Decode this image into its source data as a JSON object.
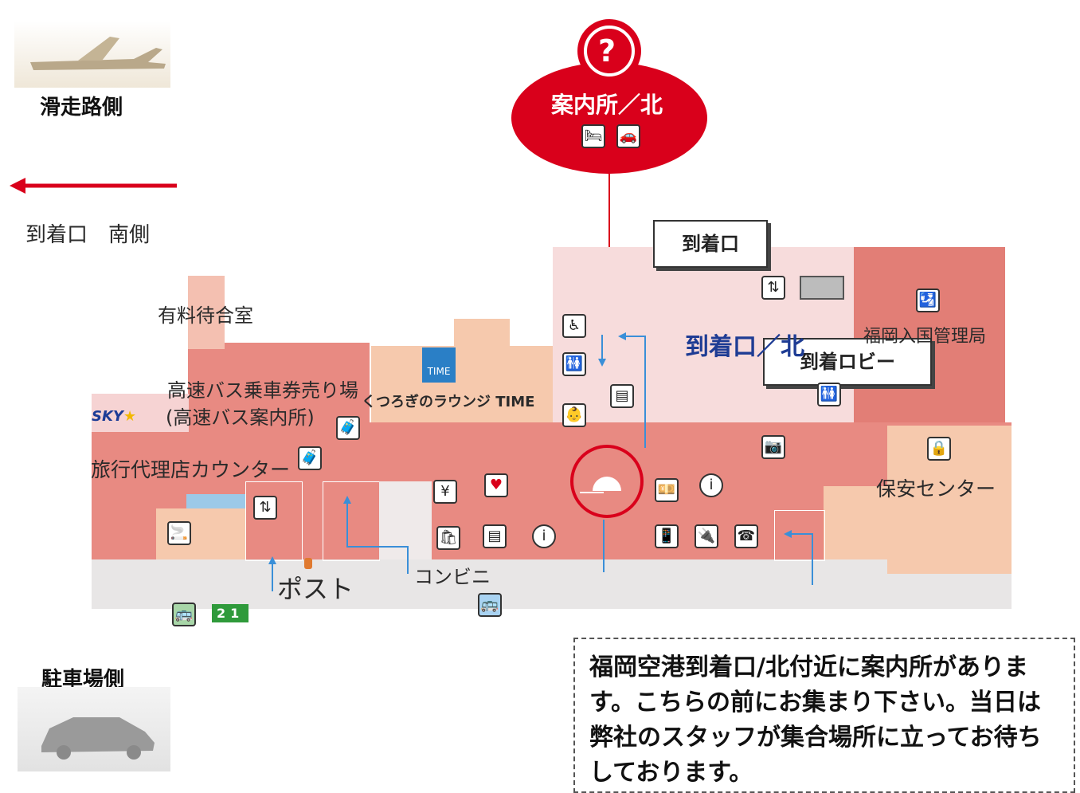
{
  "legend": {
    "runway_side": "滑走路側",
    "parking_side": "駐車場側",
    "direction_label": "到着口　南側"
  },
  "info_desk": {
    "title": "案内所／北"
  },
  "callouts": {
    "arrival_gate": "到着口",
    "arrival_lobby": "到着ロビー"
  },
  "map_labels": {
    "arrival_north": "到着口／北",
    "immigration": "福岡入国管理局",
    "paid_lounge": "有料待合室",
    "bus_tickets": "高速バス乗車券売り場",
    "bus_info": "(高速バス案内所)",
    "lounge": "くつろぎのラウンジ TIME",
    "time_logo": "TIME",
    "travel_agency": "旅行代理店カウンター",
    "security": "保安センター",
    "post": "ポスト",
    "convenience": "コンビニ",
    "bus_numbers": "21",
    "airline_logo": "SKY"
  },
  "note": {
    "text": "福岡空港到着口/北付近に案内所があります。こちらの前にお集まり下さい。当日は弊社のスタッフが集合場所に立ってお待ちしております。"
  },
  "colors": {
    "accent_red": "#d9001b",
    "arrow_blue": "#3a8fd8",
    "zone_red": "#e88a82"
  }
}
